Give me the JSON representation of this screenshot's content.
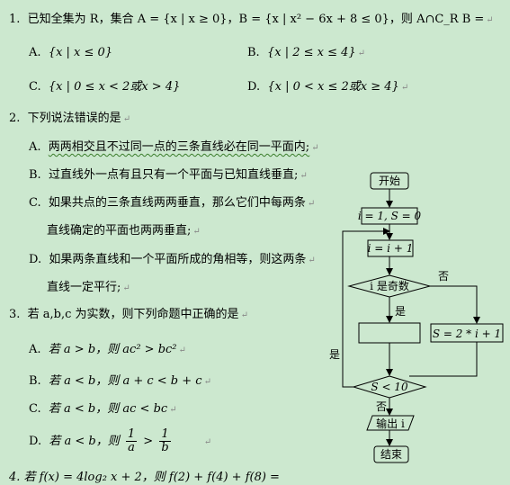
{
  "q1": {
    "num": "1.",
    "stem": "已知全集为 R，集合 A = {x | x ≥ 0}，B = {x | x² − 6x + 8 ≤ 0}，则 A∩C_R B =",
    "opts": [
      {
        "label": "A.",
        "text": "{x | x ≤ 0}"
      },
      {
        "label": "B.",
        "text": "{x | 2 ≤ x ≤ 4}"
      },
      {
        "label": "C.",
        "text": "{x | 0 ≤ x < 2或x > 4}"
      },
      {
        "label": "D.",
        "text": "{x | 0 < x ≤ 2或x ≥ 4}"
      }
    ]
  },
  "q2": {
    "num": "2.",
    "stem": "下列说法错误的是",
    "a_label": "A.",
    "a_text": "两两相交且不过同一点的三条直线必在同一平面内;",
    "b_label": "B.",
    "b_text": "过直线外一点有且只有一个平面与已知直线垂直;",
    "c_label": "C.",
    "c_text1": "如果共点的三条直线两两垂直，那么它们中每两条",
    "c_text2": "直线确定的平面也两两垂直;",
    "d_label": "D.",
    "d_text1": "如果两条直线和一个平面所成的角相等，则这两条",
    "d_text2": "直线一定平行;"
  },
  "q3": {
    "num": "3.",
    "stem": "若 a,b,c 为实数，则下列命题中正确的是",
    "opts": [
      {
        "label": "A.",
        "text": "若 a > b，则 ac² > bc²"
      },
      {
        "label": "B.",
        "text": "若 a < b，则 a + c < b + c"
      },
      {
        "label": "C.",
        "text": "若 a < b，则 ac < bc"
      }
    ],
    "d_label": "D.",
    "d_pre": "若 a < b，则",
    "d_num1": "1",
    "d_den1": "a",
    "d_gt": ">",
    "d_num2": "1",
    "d_den2": "b"
  },
  "q4": {
    "partial": "4.   若 f(x) = 4log₂ x + 2，则 f(2) + f(4) + f(8) ="
  },
  "flowchart": {
    "start": "开始",
    "init": "i = 1, S = 0",
    "incr": "i = i + 1",
    "cond1": "i 是奇数",
    "no1": "否",
    "yes1": "是",
    "assign": "S = 2 * i + 1",
    "cond2": "S < 10",
    "yes2": "是",
    "no2": "否",
    "output": "输出 i",
    "end": "结束"
  }
}
